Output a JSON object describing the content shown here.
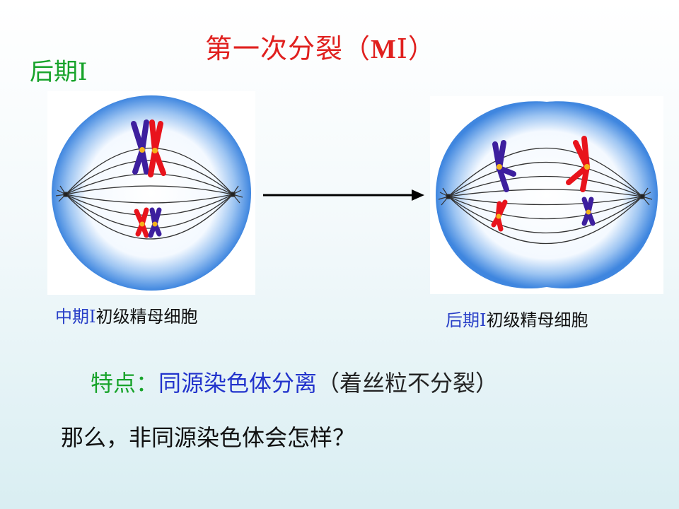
{
  "slide": {
    "title_prefix": "第一次分裂（",
    "title_m": "M",
    "title_suffix": "Ⅰ）",
    "phase_label": "后期Ⅰ",
    "left_caption_stage": "中期Ⅰ",
    "left_caption_cell": "初级精母细胞",
    "right_caption_stage": "后期Ⅰ",
    "right_caption_cell": "初级精母细胞",
    "feature_key": "特点：",
    "feature_value": "同源染色体分离",
    "feature_note": "（着丝粒不分裂）",
    "question": "那么，非同源染色体会怎样？"
  },
  "colors": {
    "title": "#e0201e",
    "phase_label": "#17a32a",
    "stage_text": "#2a41c8",
    "feature_key": "#17a32a",
    "feature_value": "#2233cc",
    "chromosome_red": "#e8131c",
    "chromosome_purple": "#3d1f9e",
    "centromere": "#f5b31a",
    "cell_blue": "#4a8fe0"
  },
  "figures": {
    "left": {
      "name": "metaphase-I-cell"
    },
    "right": {
      "name": "anaphase-I-cell"
    },
    "arrow_icon": "right-arrow-icon"
  }
}
